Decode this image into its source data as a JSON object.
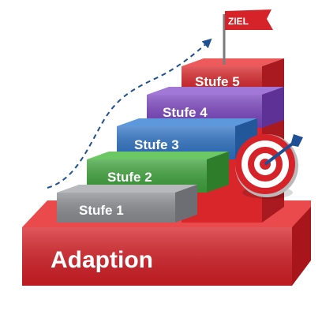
{
  "goal_flag": {
    "label": "ZIEL"
  },
  "base": {
    "label": "Adaption"
  },
  "steps": [
    {
      "label": "Stufe 1",
      "colors": {
        "front": "#8c8e93",
        "top": "#b7b9bd",
        "side": "#6c6e73"
      }
    },
    {
      "label": "Stufe 2",
      "colors": {
        "front": "#3fa33c",
        "top": "#6cc765",
        "side": "#2e7d2b"
      }
    },
    {
      "label": "Stufe 3",
      "colors": {
        "front": "#2f73c4",
        "top": "#5d98dd",
        "side": "#22579a"
      }
    },
    {
      "label": "Stufe 4",
      "colors": {
        "front": "#7b45bf",
        "top": "#a178d8",
        "side": "#5d3196"
      }
    },
    {
      "label": "Stufe 5",
      "colors": {
        "front": "#d8262b",
        "top": "#ee5a5c",
        "side": "#a81a1f"
      }
    }
  ],
  "colors": {
    "base_front": "#d51f26",
    "base_top": "#ea4a4c",
    "base_side": "#a8161b",
    "arrow": "#1f4f94",
    "target_red": "#d6232a",
    "target_white": "#ffffff"
  },
  "icons": [
    "flag-icon",
    "target-icon",
    "trend-arrow-icon"
  ]
}
